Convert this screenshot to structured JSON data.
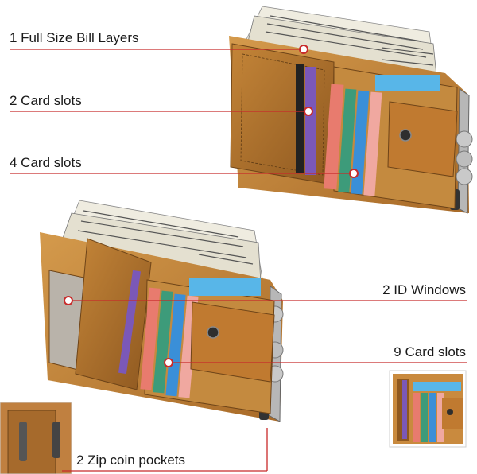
{
  "labels": {
    "bill_layers": "1 Full Size Bill Layers",
    "card_slots_2": "2 Card slots",
    "card_slots_4": "4 Card slots",
    "id_windows": "2 ID Windows",
    "card_slots_9": "9 Card slots",
    "zip_pockets": "2 Zip coin pockets"
  },
  "colors": {
    "leather": "#c98a3e",
    "leather_dark": "#8a5a22",
    "leader": "#c82a2a",
    "bill": "#e8e4d6"
  }
}
